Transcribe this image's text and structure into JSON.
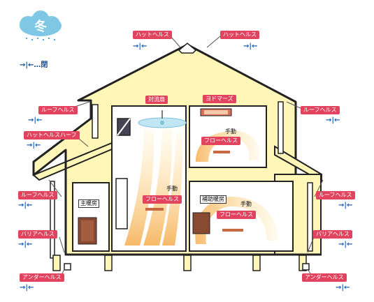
{
  "season": {
    "label": "冬",
    "icon": "snow-cloud-icon"
  },
  "legend": {
    "symbol": "→|←",
    "text": "…閉"
  },
  "labels": {
    "hat_left": "ハットヘルス",
    "hat_right": "ハットヘルス",
    "roof_left": "ルーフヘルス",
    "roof_right": "ルーフヘルス",
    "hat_half": "ハットヘルスハーフ",
    "roof_left_low": "ルーフヘルス",
    "roof_right_low": "ルーフヘルス",
    "barrier_left": "バリアヘルス",
    "barrier_right": "バリアヘルス",
    "under_left": "アンダーヘルス",
    "under_right": "アンダーヘルス",
    "ceiling_fan": "対流扇",
    "yodomars": "ヨドマーズ",
    "flow_upper": "フローヘルス",
    "flow_middle": "フローヘルス",
    "flow_lower": "フローヘルス",
    "main_heater": "主暖房",
    "aux_heater": "補助暖房",
    "manual_1": "手動",
    "manual_2": "手動",
    "manual_3": "手動"
  },
  "colors": {
    "tag_bg": "#e2445f",
    "arrow": "#1f63b8",
    "house_fill": "#fff6b8",
    "house_stroke": "#222222",
    "flow": "#f6c06f"
  }
}
